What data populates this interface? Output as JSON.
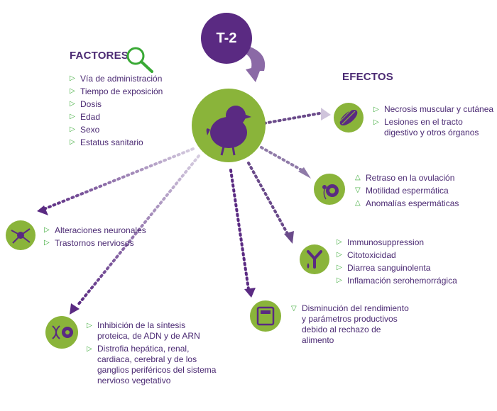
{
  "title": "T-2",
  "factores": {
    "heading": "FACTORES",
    "items": [
      "Vía de administración",
      "Tiempo de exposición",
      "Dosis",
      "Edad",
      "Sexo",
      "Estatus sanitario"
    ]
  },
  "efectos": {
    "heading": "EFECTOS"
  },
  "groups": {
    "musculo": [
      "Necrosis muscular y cutánea",
      "Lesiones en el tracto digestivo y otros órganos"
    ],
    "reproduccion": [
      "Retraso en la ovulación",
      "Motilidad espermática",
      "Anomalías espermáticas"
    ],
    "inmune": [
      "Immunosuppression",
      "Citotoxicidad",
      "Diarrea sanguinolenta",
      "Inflamación serohemorrágica"
    ],
    "rendimiento": [
      "Disminución del rendimiento y parámetros productivos debido al rechazo de alimento"
    ],
    "adn": [
      "Inhibición de la síntesis proteica, de ADN y de ARN",
      "Distrofia hepática, renal, cardiaca, cerebral y de los ganglios periféricos del sistema nervioso vegetativo"
    ],
    "neuro": [
      "Alteraciones neuronales",
      "Trastornos nerviosos"
    ]
  },
  "markers": {
    "right": "▷",
    "up": "△",
    "down": "▽"
  },
  "colors": {
    "green": "#8ab43a",
    "purple": "#5a2a82",
    "text": "#4b2a73",
    "marker": "#39a935"
  },
  "icons": [
    "search-icon",
    "chick-icon",
    "muscle-icon",
    "sperm-egg-icon",
    "antibody-icon",
    "scale-icon",
    "dna-icon",
    "neuron-icon"
  ]
}
